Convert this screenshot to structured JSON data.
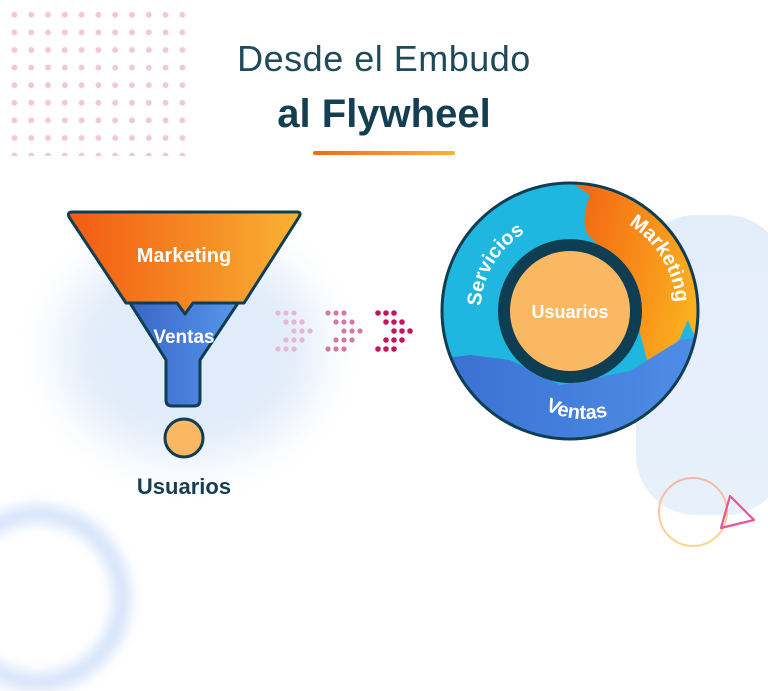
{
  "header": {
    "title_line1": "Desde el Embudo",
    "title_line2": "al Flywheel"
  },
  "funnel": {
    "stages": [
      {
        "label": "Marketing",
        "color_start": "#f26a1b",
        "color_end": "#f9b233"
      },
      {
        "label": "Ventas",
        "color_start": "#3a6fcf",
        "color_end": "#4f8de6"
      }
    ],
    "output_label": "Usuarios",
    "output_color": "#fbb862"
  },
  "arrows": {
    "count": 3,
    "colors": [
      "#e7b6cf",
      "#d776a5",
      "#c0155f"
    ]
  },
  "flywheel": {
    "center_label": "Usuarios",
    "center_color": "#fbb862",
    "segments": [
      {
        "label": "Servicios",
        "color": "#1fb6df"
      },
      {
        "label": "Marketing",
        "color": "#f7941d"
      },
      {
        "label": "Ventas",
        "color": "#3f79d8"
      }
    ],
    "outline_color": "#0f3e52"
  },
  "colors": {
    "title": "#1f4a5a",
    "accent_orange": "#f26a1b",
    "accent_yellow": "#f9b233",
    "dots_pink": "#f3c6d8"
  }
}
